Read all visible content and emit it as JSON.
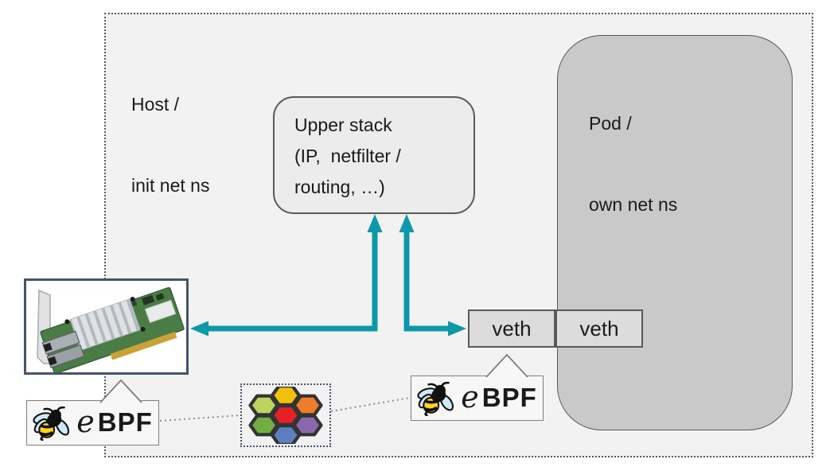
{
  "colors": {
    "arrow_teal": "#0d99a8",
    "host_background": "#f2f2f2",
    "pod_fill": "#c9c9c9",
    "upper_stack_fill": "#ececec",
    "veth_fill": "#dcdcdc",
    "box_border": "#595959",
    "callout_fill": "#f7f7f7",
    "callout_border": "#7f7f7f",
    "photo_frame": "#44546a",
    "honeycomb_frame": "#44546a",
    "connector_dotted": "#8c8c8c",
    "hex_outline": "#333333",
    "text": "#1a1a1a"
  },
  "host": {
    "line1": "Host /",
    "line2": "init net ns"
  },
  "pod": {
    "line1": "Pod /",
    "line2": "own net ns"
  },
  "upper_stack": {
    "line1": "Upper stack",
    "line2": "(IP,  netfilter /",
    "line3": "routing, …)"
  },
  "veth_host": {
    "label": "veth"
  },
  "veth_pod": {
    "label": "veth"
  },
  "ebpf_left": {
    "e": "e",
    "bpf": "BPF"
  },
  "ebpf_right": {
    "e": "e",
    "bpf": "BPF"
  },
  "icons": {
    "nic": "network-interface-card-photo",
    "bee": "ebpf-bee-logo",
    "honeycomb": "colored-hexagon-cluster"
  },
  "honeycomb": {
    "cells": [
      {
        "position": "center",
        "color": "#e32127"
      },
      {
        "position": "top",
        "color": "#f2c10e"
      },
      {
        "position": "top-right",
        "color": "#ed7d2a"
      },
      {
        "position": "bottom-right",
        "color": "#8a68ac"
      },
      {
        "position": "bottom",
        "color": "#5c7fc1"
      },
      {
        "position": "bottom-left",
        "color": "#72ad43"
      },
      {
        "position": "top-left",
        "color": "#bcd35f"
      }
    ]
  }
}
